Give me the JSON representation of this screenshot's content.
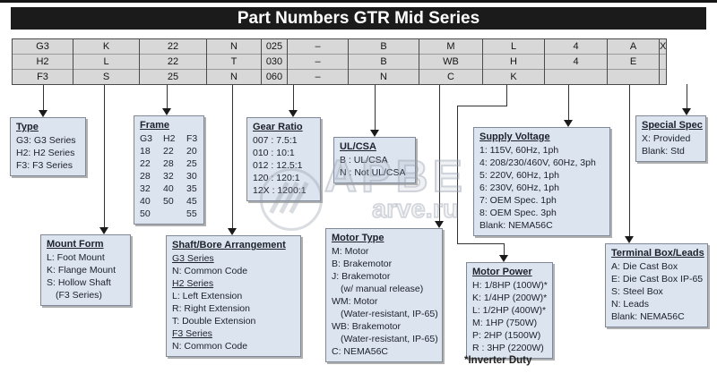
{
  "title_bar": {
    "title": "Part Numbers GTR Mid Series"
  },
  "part_table": {
    "columns": [
      {
        "values": [
          "G3",
          "H2",
          "F3"
        ]
      },
      {
        "values": [
          "K",
          "L",
          "S"
        ]
      },
      {
        "values": [
          "22",
          "22",
          "25"
        ]
      },
      {
        "values": [
          "N",
          "T",
          "N"
        ]
      },
      {
        "values": [
          "025",
          "030",
          "060"
        ]
      },
      {
        "values": [
          "–",
          "–",
          "–"
        ]
      },
      {
        "values": [
          "B",
          "B",
          "N"
        ]
      },
      {
        "values": [
          "M",
          "WB",
          "C"
        ]
      },
      {
        "values": [
          "L",
          "H",
          "K"
        ]
      },
      {
        "values": [
          "4",
          "4",
          ""
        ]
      },
      {
        "values": [
          "A",
          "E",
          ""
        ]
      },
      {
        "values": [
          "X",
          "",
          ""
        ]
      }
    ]
  },
  "boxes": {
    "type": {
      "title": "Type",
      "lines": [
        {
          "text": "G3: G3 Series"
        },
        {
          "text": "H2: H2 Series"
        },
        {
          "text": "F3: F3 Series"
        }
      ]
    },
    "frame": {
      "title": "Frame",
      "headers": [
        "G3",
        "H2",
        "F3"
      ],
      "rows": [
        [
          "18",
          "22",
          "20"
        ],
        [
          "22",
          "28",
          "25"
        ],
        [
          "28",
          "32",
          "30"
        ],
        [
          "32",
          "40",
          "35"
        ],
        [
          "40",
          "50",
          "45"
        ],
        [
          "50",
          "",
          "55"
        ]
      ]
    },
    "gear_ratio": {
      "title": "Gear Ratio",
      "lines": [
        {
          "text": "007 : 7.5:1"
        },
        {
          "text": "010 : 10:1"
        },
        {
          "text": "012 : 12.5:1"
        },
        {
          "text": "120 : 120:1"
        },
        {
          "text": "12X : 1200:1"
        }
      ]
    },
    "ul_csa": {
      "title": "UL/CSA",
      "lines": [
        {
          "text": "B : UL/CSA"
        },
        {
          "text": "N : Not UL/CSA"
        }
      ]
    },
    "supply_voltage": {
      "title": "Supply Voltage",
      "lines": [
        {
          "text": "1: 115V, 60Hz, 1ph"
        },
        {
          "text": "4: 208/230/460V, 60Hz, 3ph"
        },
        {
          "text": "5: 220V, 60Hz, 1ph"
        },
        {
          "text": "6: 230V, 60Hz, 1ph"
        },
        {
          "text": "7: OEM Spec. 1ph"
        },
        {
          "text": "8: OEM Spec. 3ph"
        },
        {
          "text": "Blank: NEMA56C"
        }
      ]
    },
    "special_spec": {
      "title": "Special Spec",
      "lines": [
        {
          "text": "X: Provided"
        },
        {
          "text": "Blank: Std"
        }
      ]
    },
    "mount_form": {
      "title": "Mount Form",
      "lines": [
        {
          "text": "L: Foot Mount"
        },
        {
          "text": "K: Flange Mount"
        },
        {
          "text": "S: Hollow Shaft"
        },
        {
          "text": "(F3 Series)",
          "cls": "indent"
        }
      ]
    },
    "shaft_bore": {
      "title": "Shaft/Bore Arrangement",
      "lines": [
        {
          "text": "G3 Series",
          "cls": "sub"
        },
        {
          "text": "N: Common Code"
        },
        {
          "text": "H2 Series",
          "cls": "sub"
        },
        {
          "text": "L: Left Extension"
        },
        {
          "text": "R: Right Extension"
        },
        {
          "text": "T: Double Extension"
        },
        {
          "text": "F3 Series",
          "cls": "sub"
        },
        {
          "text": "N: Common Code"
        }
      ]
    },
    "motor_type": {
      "title": "Motor Type",
      "lines": [
        {
          "text": "M: Motor"
        },
        {
          "text": "B: Brakemotor"
        },
        {
          "text": "J: Brakemotor"
        },
        {
          "text": "(w/ manual release)",
          "cls": "indent"
        },
        {
          "text": "WM: Motor"
        },
        {
          "text": "(Water-resistant, IP-65)",
          "cls": "indent"
        },
        {
          "text": "WB: Brakemotor"
        },
        {
          "text": "(Water-resistant, IP-65)",
          "cls": "indent"
        },
        {
          "text": "C: NEMA56C"
        }
      ]
    },
    "motor_power": {
      "title": "Motor Power",
      "lines": [
        {
          "text": "H: 1/8HP (100W)*"
        },
        {
          "text": "K: 1/4HP (200W)*"
        },
        {
          "text": "L: 1/2HP (400W)*"
        },
        {
          "text": "M: 1HP (750W)"
        },
        {
          "text": "P: 2HP (1500W)"
        },
        {
          "text": "R : 3HP (2200W)"
        }
      ],
      "footnote": "*Inverter Duty"
    },
    "terminal_box": {
      "title": "Terminal Box/Leads",
      "lines": [
        {
          "text": "A: Die Cast Box"
        },
        {
          "text": "E: Die Cast Box IP-65"
        },
        {
          "text": "S: Steel Box"
        },
        {
          "text": "N: Leads"
        },
        {
          "text": "Blank: NEMA56C"
        }
      ]
    }
  },
  "watermark": {
    "logo_text": "АРВЕ",
    "url_text": "arve.ru"
  },
  "colors": {
    "header_bg": "#1b1b1b",
    "header_text": "#ffffff",
    "table_bg": "#d8d8d8",
    "table_border": "#4a4a4a",
    "box_bg": "#dce4ef",
    "box_border": "#7e8896",
    "line_color": "#333333"
  }
}
